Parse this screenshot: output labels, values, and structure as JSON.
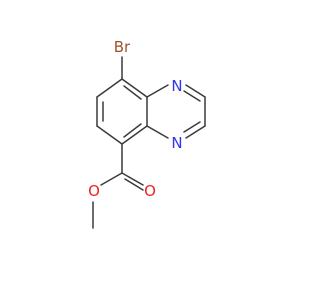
{
  "molecule": {
    "atom_labels": {
      "bromine": "Br",
      "nitrogen_top": "N",
      "nitrogen_bottom": "N",
      "carbonyl_oxygen": "O",
      "ester_oxygen": "O"
    },
    "colors": {
      "bond": "#3a3a3a",
      "carbon_text": "#3a3a3a",
      "bromine": "#a0522d",
      "nitrogen": "#3333ee",
      "oxygen": "#ee2222",
      "background": "#ffffff"
    }
  }
}
